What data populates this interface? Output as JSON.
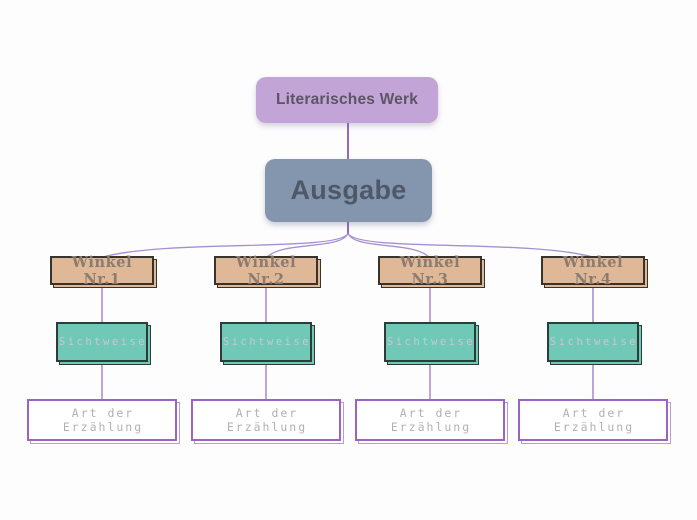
{
  "diagram": {
    "root": {
      "label": "Literarisches Werk"
    },
    "edition": {
      "label": "Ausgabe"
    },
    "columns": [
      {
        "winkel": "Winkel Nr.1",
        "sichtweise": "Sichtweise",
        "art": "Art der Erzählung"
      },
      {
        "winkel": "Winkel Nr.2",
        "sichtweise": "Sichtweise",
        "art": "Art der Erzählung"
      },
      {
        "winkel": "Winkel Nr.3",
        "sichtweise": "Sichtweise",
        "art": "Art der Erzählung"
      },
      {
        "winkel": "Winkel Nr.4",
        "sichtweise": "Sichtweise",
        "art": "Art der Erzählung"
      }
    ]
  },
  "colors": {
    "lavender": "#c3a4d7",
    "blue_gray": "#8495ae",
    "tan": "#deb897",
    "tan_border": "#3a332c",
    "teal": "#70c9b6",
    "teal_border": "#2e3b38",
    "purple_border": "#9a63c4",
    "purple_shadow": "#bb9ad9",
    "trunk_line": "#7d44ad",
    "fan_line": "#a78fd0",
    "branch_line": "#9678c4"
  }
}
